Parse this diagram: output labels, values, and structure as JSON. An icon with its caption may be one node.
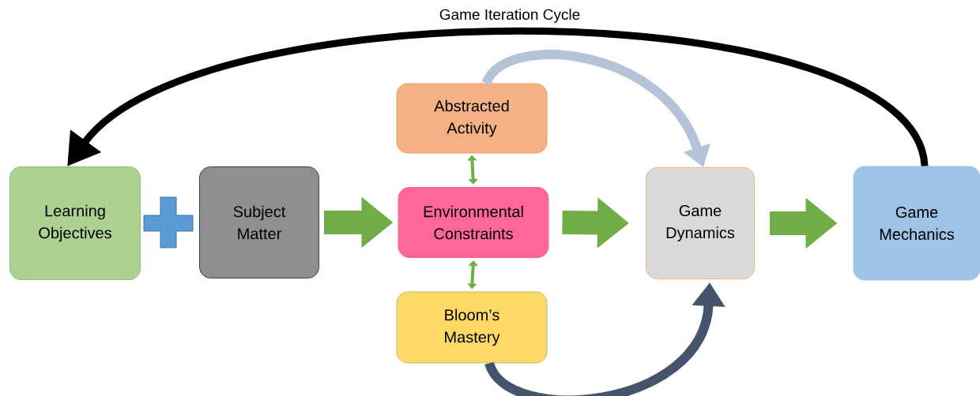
{
  "diagram": {
    "nodes": [
      {
        "text": [
          "Learning Objectives"
        ]
      },
      {
        "text": [
          "Subject Matter"
        ]
      },
      {
        "text": [
          "Abstracted Activity"
        ]
      },
      {
        "text": [
          "Environmental Constraints"
        ]
      },
      {
        "text": [
          "Bloom’s Mastery"
        ]
      },
      {
        "text": [
          "Game Dynamics"
        ]
      },
      {
        "text": [
          "Game Mechanics"
        ]
      }
    ],
    "edges": [
      {
        "from": 1,
        "to": 3,
        "arrow": "to",
        "style": "thick"
      },
      {
        "from": 3,
        "to": 5,
        "arrow": "to",
        "style": "thick"
      },
      {
        "from": 5,
        "to": 6,
        "arrow": "to",
        "style": "thick"
      },
      {
        "from": 2,
        "to": 3,
        "arrow": "both"
      },
      {
        "from": 3,
        "to": 4,
        "arrow": "both"
      },
      {
        "from": 2,
        "to": 5,
        "arrow": "to",
        "color": "#b4c3d8"
      },
      {
        "from": 4,
        "to": 5,
        "arrow": "to",
        "color": "#44546a"
      },
      {
        "from": 6,
        "to": 0,
        "arrow": "to",
        "color": "#000000",
        "label": "Game Iteration Cycle"
      }
    ]
  }
}
